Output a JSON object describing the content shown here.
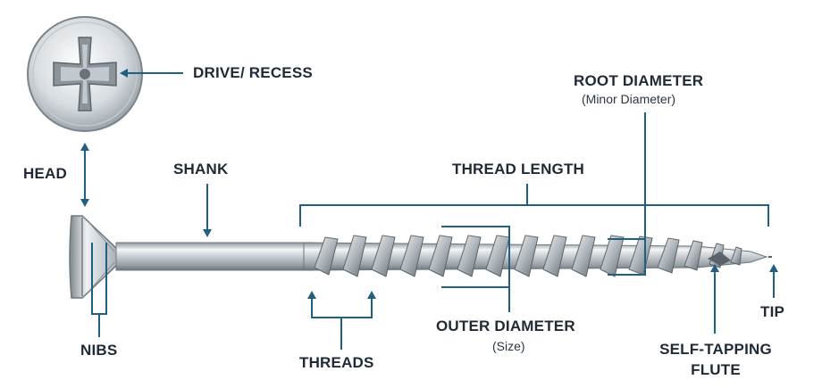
{
  "labels": {
    "drive": "DRIVE/ RECESS",
    "head": "HEAD",
    "shank": "SHANK",
    "thread_length": "THREAD LENGTH",
    "root_diameter": "ROOT DIAMETER",
    "root_diameter_sub": "(Minor Diameter)",
    "nibs": "NIBS",
    "threads": "THREADS",
    "outer_diameter": "OUTER DIAMETER",
    "outer_diameter_sub": "(Size)",
    "tip": "TIP",
    "self_tapping_line1": "SELF-TAPPING",
    "self_tapping_line2": "FLUTE"
  },
  "colors": {
    "annotation": "#1e5f82",
    "text": "#1f2a36",
    "metal_light": "#eef1f3",
    "metal_mid": "#b9c0c6",
    "metal_dark": "#6e7780"
  }
}
